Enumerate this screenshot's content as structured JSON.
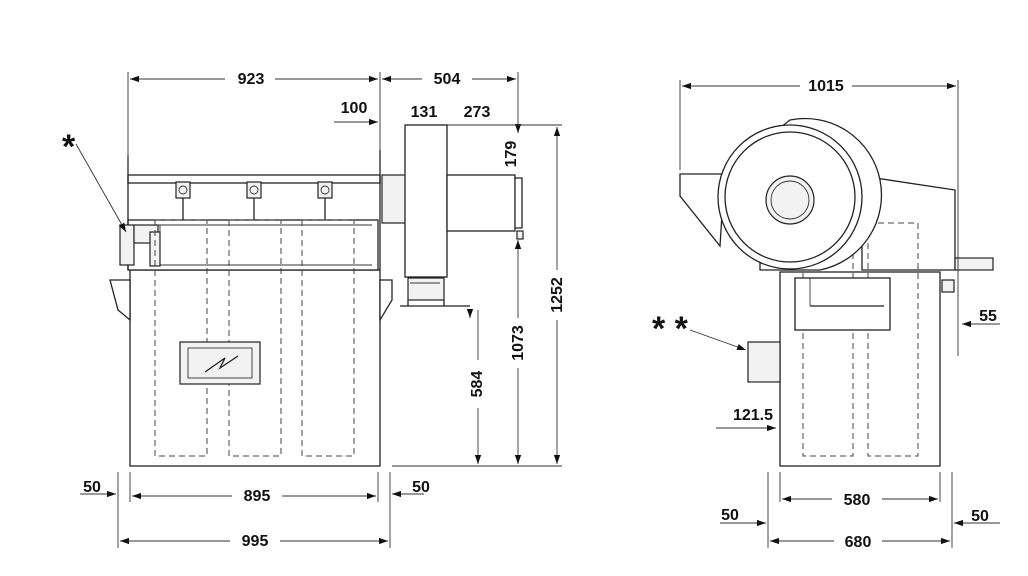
{
  "drawing": {
    "markers": {
      "single": "*",
      "double": "* *"
    },
    "front_view": {
      "dims": {
        "top_left": "923",
        "top_right": "504",
        "offset_100": "100",
        "w_131": "131",
        "w_273": "273",
        "h_179": "179",
        "h_1252": "1252",
        "h_1073": "1073",
        "h_584": "584",
        "left_50": "50",
        "right_50": "50",
        "base_895": "895",
        "base_995": "995"
      }
    },
    "side_view": {
      "dims": {
        "top_1015": "1015",
        "right_55": "55",
        "left_121": "121.5",
        "base_580": "580",
        "left_50": "50",
        "right_50": "50",
        "base_680": "680"
      }
    }
  }
}
